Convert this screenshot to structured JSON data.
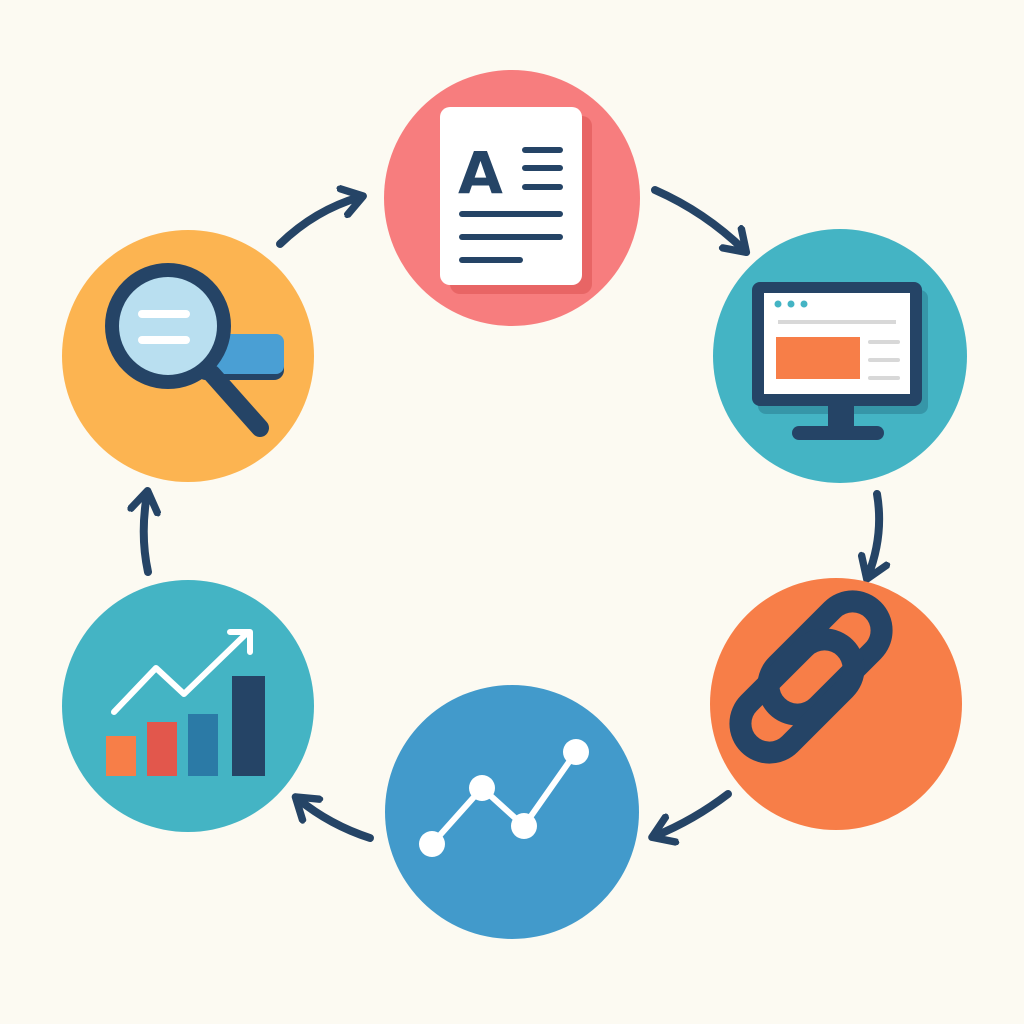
{
  "diagram": {
    "type": "cycle",
    "direction": "clockwise",
    "background_color": "#fcfaf2",
    "arrow_color": "#254466",
    "steps": [
      {
        "id": "content",
        "icon": "document-icon",
        "color": "#f77d7e"
      },
      {
        "id": "website",
        "icon": "monitor-icon",
        "color": "#44b4c4"
      },
      {
        "id": "links",
        "icon": "chain-link-icon",
        "color": "#f77e48"
      },
      {
        "id": "analytics",
        "icon": "line-graph-icon",
        "color": "#429acb"
      },
      {
        "id": "growth",
        "icon": "bar-chart-growth-icon",
        "color": "#44b4c4"
      },
      {
        "id": "research",
        "icon": "magnifier-search-icon",
        "color": "#fcb451"
      }
    ],
    "document_letter": "A"
  }
}
